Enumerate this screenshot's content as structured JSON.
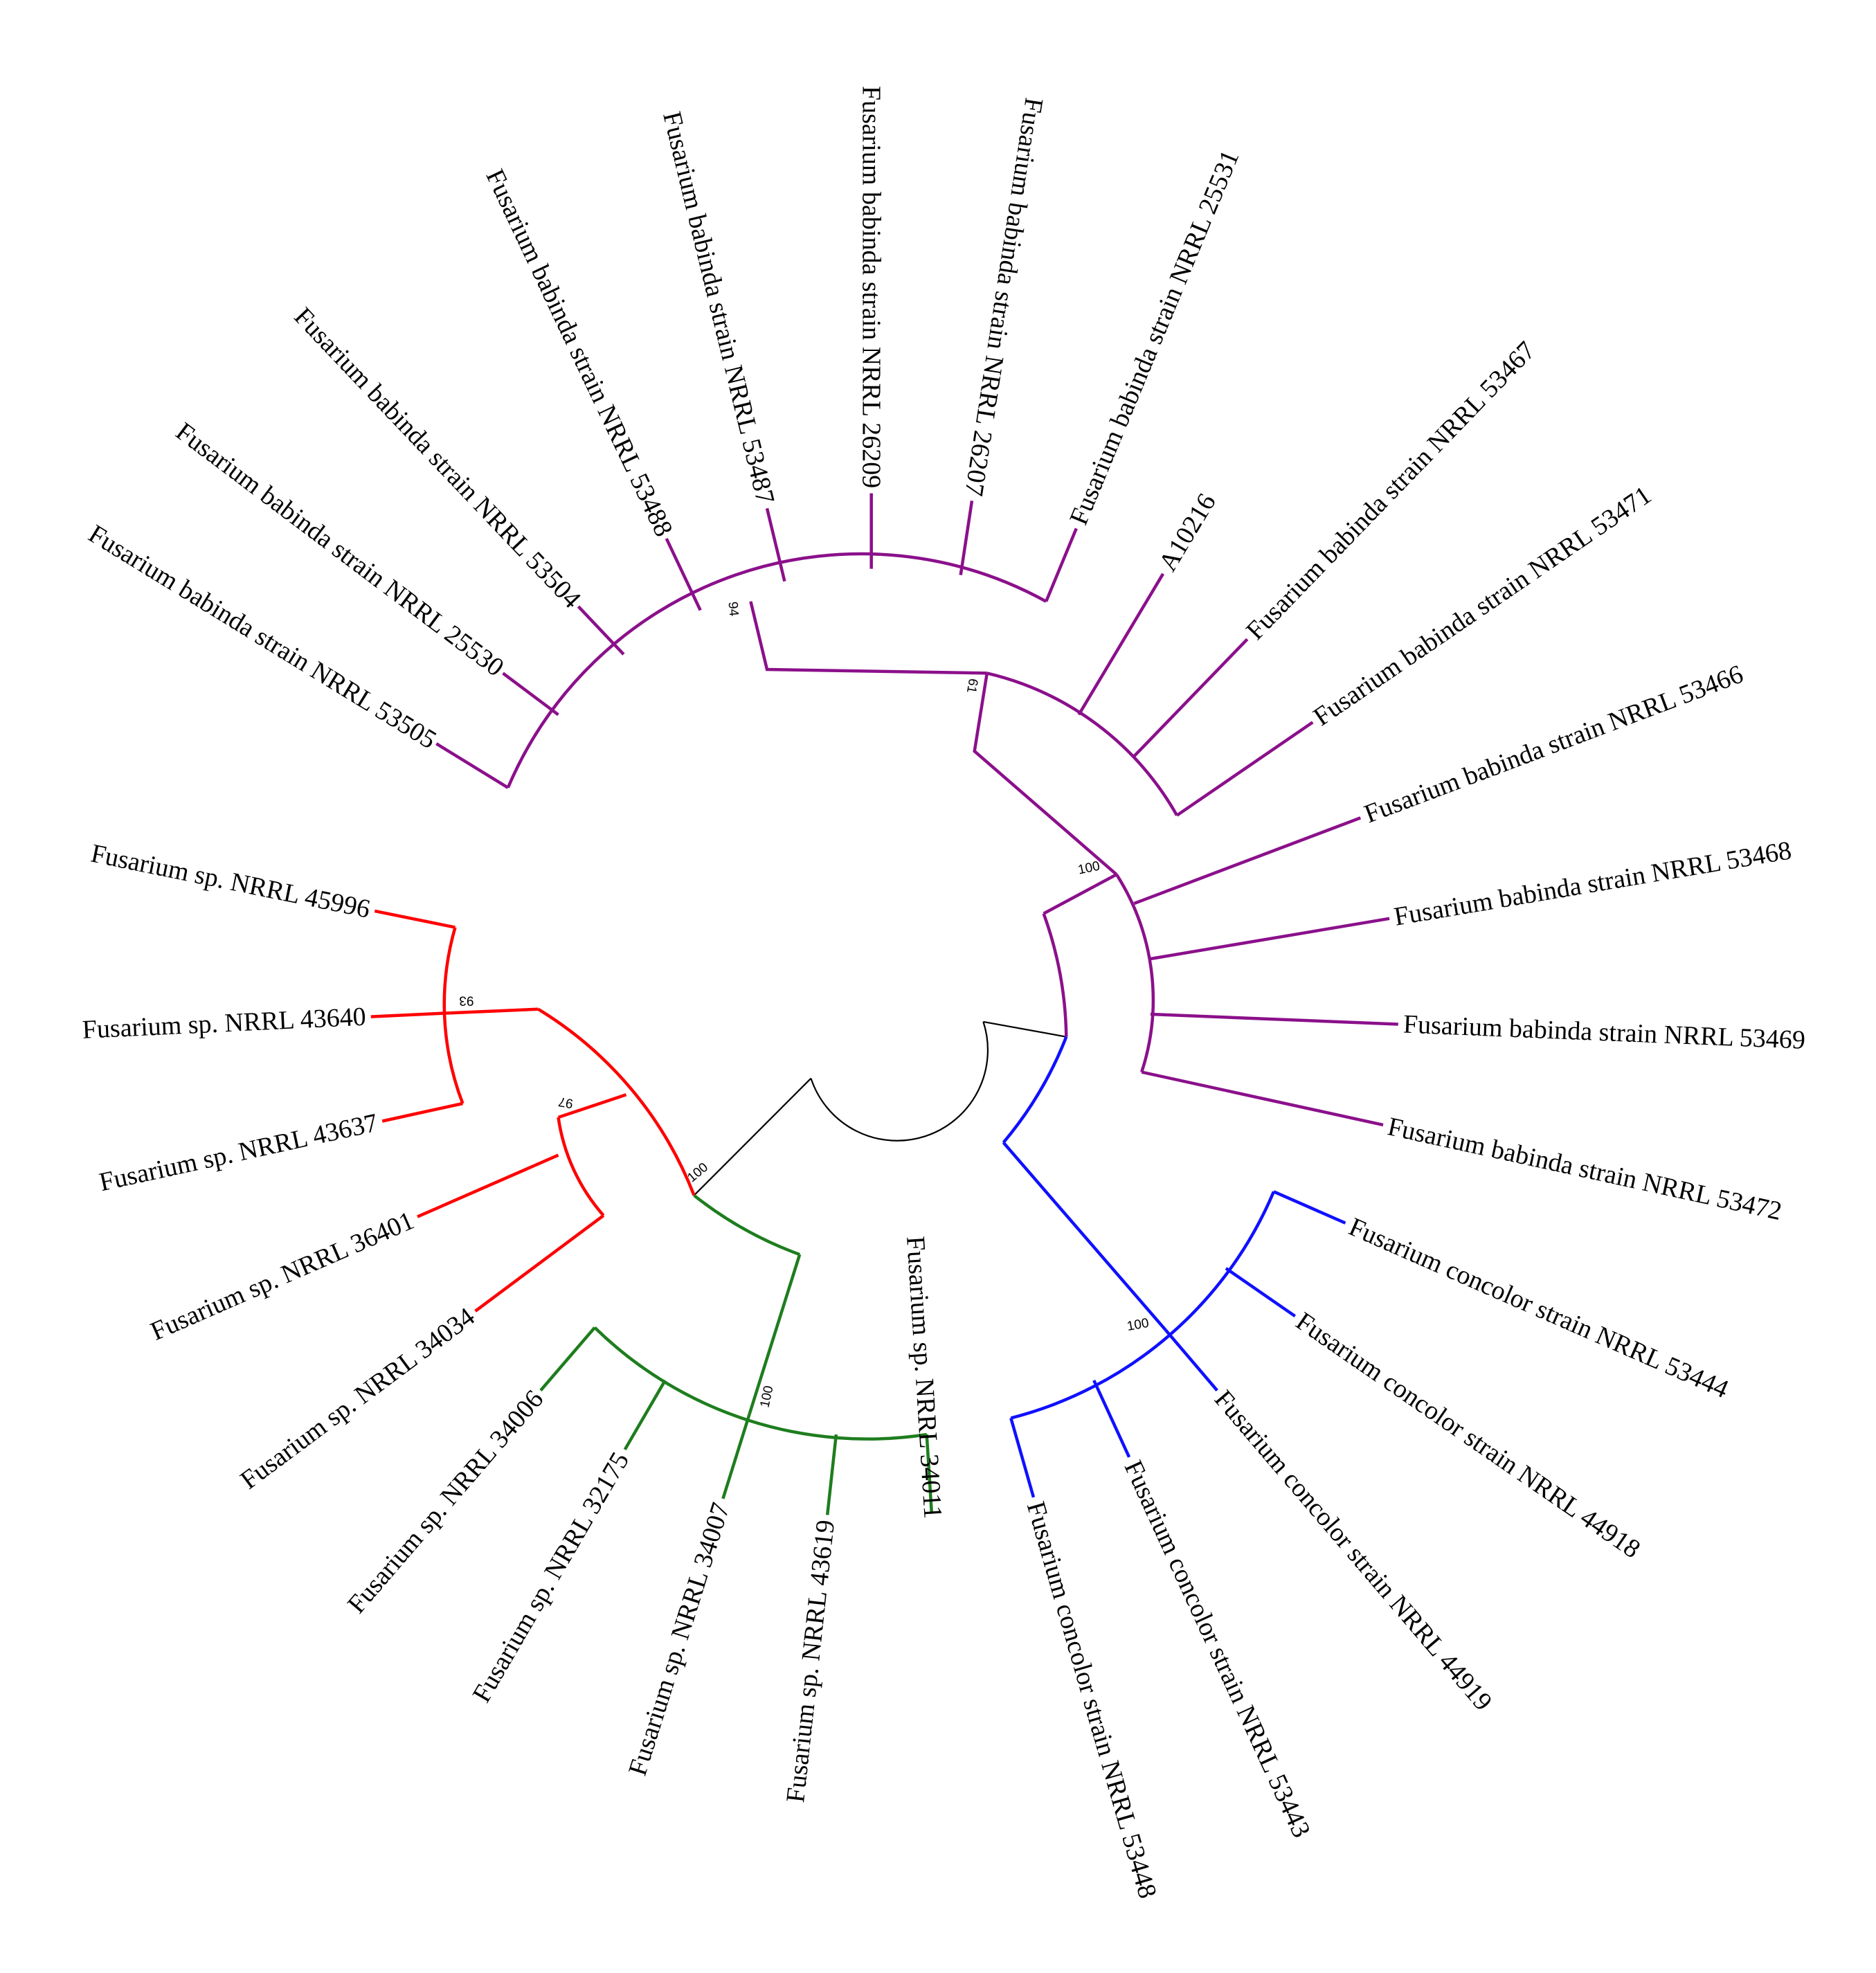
{
  "clade_colors": {
    "purple": "#8B108B",
    "red": "#FF0000",
    "green": "#1E7D1E",
    "blue": "#1010FF",
    "root": "#000000"
  },
  "leaves": [
    "Fusarium babinda strain NRRL 53505",
    "Fusarium babinda strain NRRL 25530",
    "Fusarium babinda strain NRRL 53504",
    "Fusarium babinda strain NRRL 53488",
    "Fusarium babinda strain NRRL 53487",
    "Fusarium babinda strain NRRL 26209",
    "Fusarium babinda strain NRRL 26207",
    "Fusarium babinda strain NRRL 25531",
    "A10216",
    "Fusarium babinda strain NRRL 53467",
    "Fusarium babinda strain NRRL 53471",
    "Fusarium babinda strain NRRL 53466",
    "Fusarium babinda strain NRRL 53468",
    "Fusarium babinda strain NRRL 53469",
    "Fusarium babinda strain NRRL 53472",
    "Fusarium concolor strain NRRL 53444",
    "Fusarium concolor strain NRRL 44918",
    "Fusarium concolor strain NRRL 44919",
    "Fusarium concolor strain NRRL 53443",
    "Fusarium concolor strain NRRL 53448",
    "Fusarium sp. NRRL 34011",
    "Fusarium sp. NRRL 43619",
    "Fusarium sp. NRRL 34007",
    "Fusarium sp. NRRL 32175",
    "Fusarium sp. NRRL 34006",
    "Fusarium sp. NRRL 34034",
    "Fusarium sp. NRRL 36401",
    "Fusarium sp. NRRL 43637",
    "Fusarium sp. NRRL 43640",
    "Fusarium sp. NRRL 45996"
  ],
  "bootstrap": {
    "b94": "94",
    "b61": "61",
    "b100_purple": "100",
    "b100_blue": "100",
    "b100_green": "100",
    "b100_red": "100",
    "b97": "97",
    "b93": "93"
  }
}
